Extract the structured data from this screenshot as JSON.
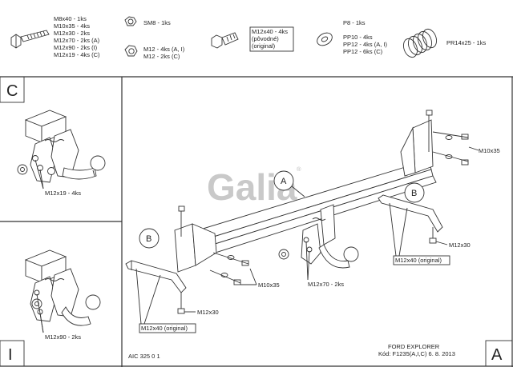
{
  "parts": {
    "bolt_list": [
      "M8x40 - 1ks",
      "M10x35 - 4ks",
      "M12x30 - 2ks",
      "M12x70 - 2ks (A)",
      "M12x90 - 2ks (I)",
      "M12x19 - 4ks (C)"
    ],
    "sm8": "SM8 - 1ks",
    "m12_nuts": [
      "M12 - 4ks (A, I)",
      "M12 - 2ks (C)"
    ],
    "m12x40_box": [
      "M12x40 - 4ks",
      "(pôvodné)",
      "(original)"
    ],
    "washer_list": [
      "P8 - 1ks",
      "PP10 - 4ks",
      "PP12 - 4ks (A, I)",
      "PP12 - 6ks (C)"
    ],
    "spring": "PR14x25 - 1ks"
  },
  "panels": {
    "c_label": "C",
    "c_bolt": "M12x19 - 4ks",
    "i_label": "I",
    "i_bolt": "M12x90 - 2ks",
    "a_label": "A"
  },
  "main": {
    "callout_a": "A",
    "callout_b_left": "B",
    "callout_b_right": "B",
    "logo": "Galia",
    "logo_mark": "®",
    "m10x35_right": "M10x35",
    "m10x35_center": "M10x35",
    "m12x70": "M12x70 - 2ks",
    "m12x30_left": "M12x30",
    "m12x30_right": "M12x30",
    "m12x40_left": "M12x40 (original)",
    "m12x40_right": "M12x40 (original)"
  },
  "footer": {
    "code": "AIC 325 0 1",
    "vehicle": "FORD EXPLORER",
    "kod": "Kód: F1235(A,I,C)  6. 8. 2013"
  }
}
